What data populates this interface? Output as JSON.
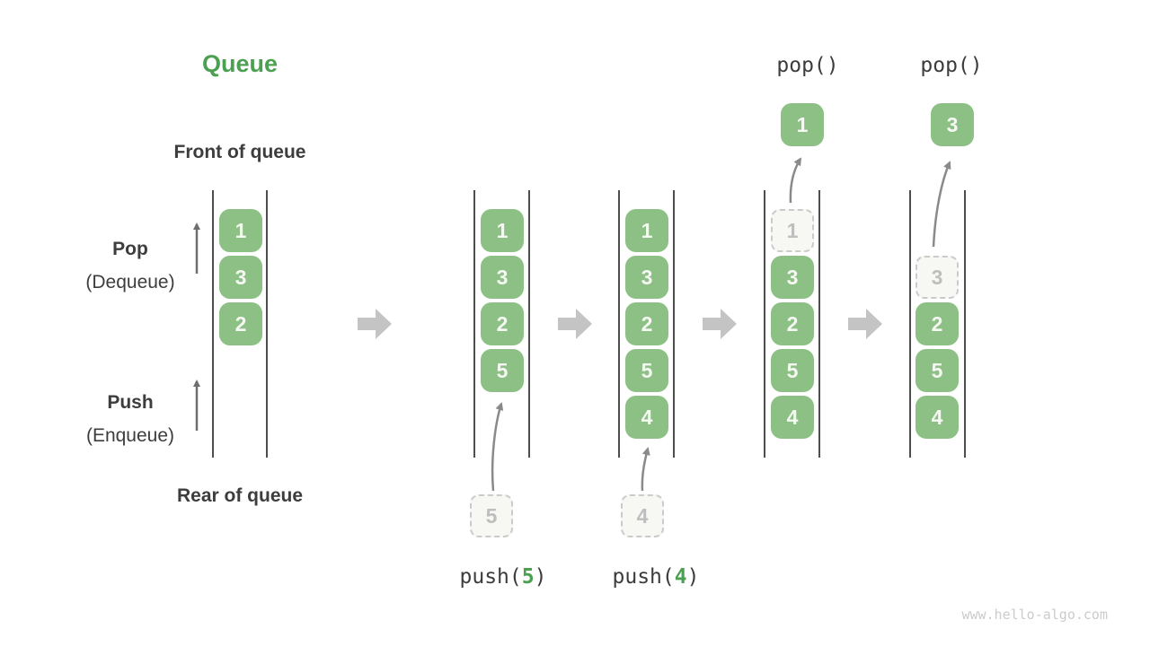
{
  "title": "Queue",
  "watermark": "www.hello-algo.com",
  "side_labels": {
    "front": "Front of queue",
    "rear": "Rear of queue",
    "pop": "Pop",
    "pop_sub": "(Dequeue)",
    "push": "Push",
    "push_sub": "(Enqueue)"
  },
  "ops": {
    "pop_first": "pop()",
    "pop_second": "pop()",
    "push_first": {
      "pre": "push(",
      "num": "5",
      "post": ")"
    },
    "push_second": {
      "pre": "push(",
      "num": "4",
      "post": ")"
    }
  },
  "states": [
    {
      "name": "initial",
      "cells": [
        "1",
        "3",
        "2"
      ]
    },
    {
      "name": "after-push-5",
      "cells": [
        "1",
        "3",
        "2",
        "5"
      ],
      "incoming": "5"
    },
    {
      "name": "after-push-4",
      "cells": [
        "1",
        "3",
        "2",
        "5",
        "4"
      ],
      "incoming": "4"
    },
    {
      "name": "after-pop-1",
      "ghost": "1",
      "cells": [
        "3",
        "2",
        "5",
        "4"
      ],
      "popped": "1"
    },
    {
      "name": "after-pop-3",
      "ghost": "3",
      "cells": [
        "2",
        "5",
        "4"
      ],
      "popped": "3"
    }
  ],
  "colors": {
    "box_green": "#8CC084",
    "accent_green": "#4CA052",
    "text_dark": "#3D3D3D",
    "block_arrow_gray": "#C4C4C4",
    "line_gray": "#4D4D4D",
    "ghost_gray": "#BEBEBE"
  }
}
